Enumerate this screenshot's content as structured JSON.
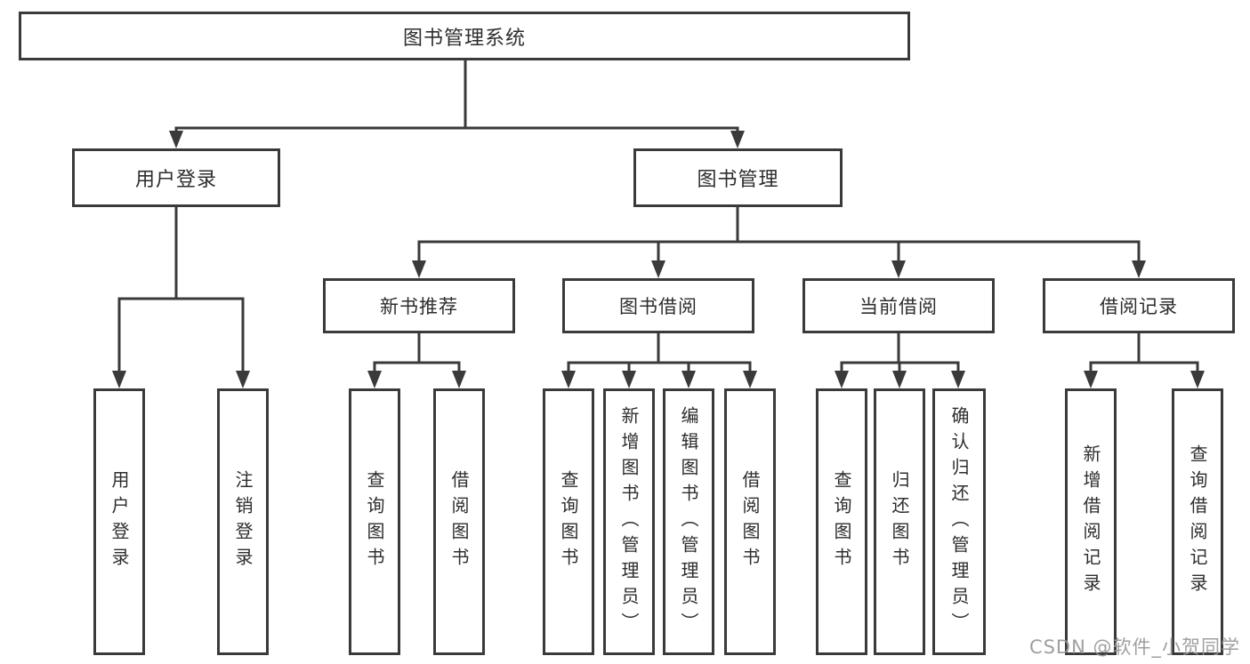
{
  "tree": {
    "root": {
      "label": "图书管理系统"
    },
    "branches": [
      {
        "label": "用户登录",
        "children": [
          {
            "label": "用户登录"
          },
          {
            "label": "注销登录"
          }
        ]
      },
      {
        "label": "图书管理",
        "children": [
          {
            "label": "新书推荐",
            "children": [
              {
                "label": "查询图书"
              },
              {
                "label": "借阅图书"
              }
            ]
          },
          {
            "label": "图书借阅",
            "children": [
              {
                "label": "查询图书"
              },
              {
                "label": "新增图书（管理员）"
              },
              {
                "label": "编辑图书（管理员）"
              },
              {
                "label": "借阅图书"
              }
            ]
          },
          {
            "label": "当前借阅",
            "children": [
              {
                "label": "查询图书"
              },
              {
                "label": "归还图书"
              },
              {
                "label": "确认归还（管理员）"
              }
            ]
          },
          {
            "label": "借阅记录",
            "children": [
              {
                "label": "新增借阅记录"
              },
              {
                "label": "查询借阅记录"
              }
            ]
          }
        ]
      }
    ]
  },
  "watermark": {
    "text": "CSDN @软件_小贺同学"
  },
  "colors": {
    "line": "#3a3a3a",
    "text": "#2d2d2d",
    "watermark": "#979797",
    "background": "#ffffff"
  }
}
